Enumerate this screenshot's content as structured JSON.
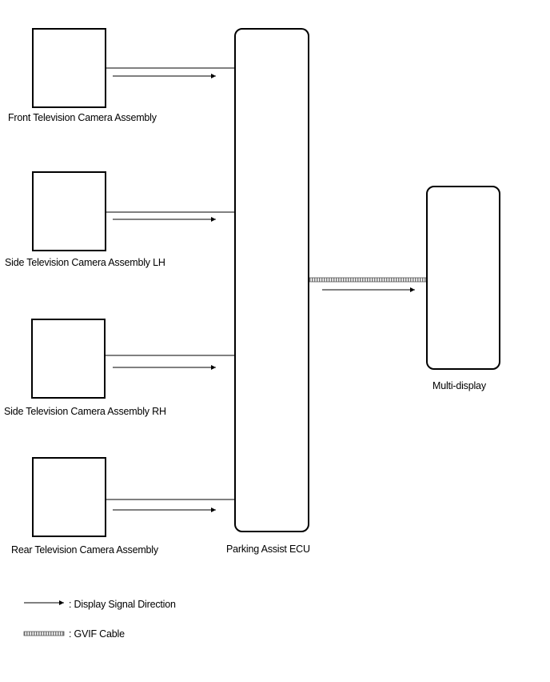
{
  "components": {
    "front_camera": "Front Television Camera Assembly",
    "side_camera_lh": "Side Television Camera Assembly LH",
    "side_camera_rh": "Side Television Camera Assembly RH",
    "rear_camera": "Rear Television Camera Assembly",
    "ecu": "Parking Assist ECU",
    "display": "Multi-display"
  },
  "legend": {
    "signal_direction": ": Display Signal Direction",
    "gvif_cable": ": GVIF Cable"
  },
  "colors": {
    "line": "#000000",
    "background": "#ffffff",
    "cable_stripe": "#7a7a7a"
  }
}
